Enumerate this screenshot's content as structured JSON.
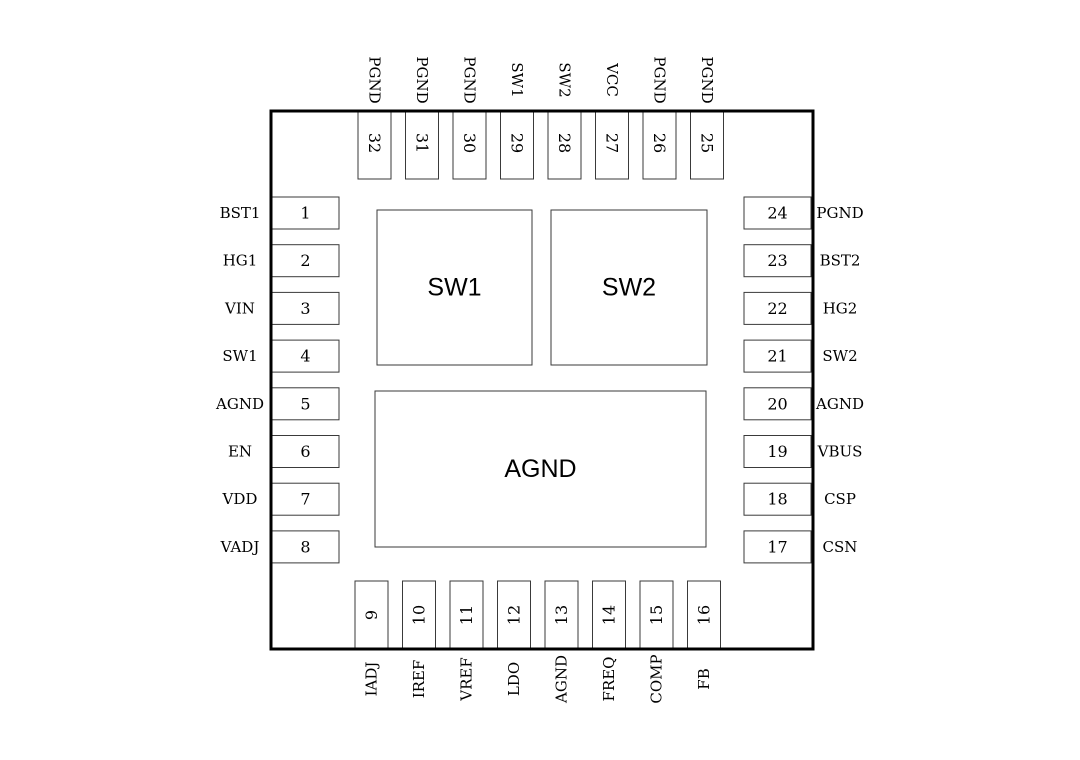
{
  "diagram": {
    "type": "IC package pinout (QFN-32)",
    "pins": {
      "left": [
        {
          "num": "1",
          "name": "BST1"
        },
        {
          "num": "2",
          "name": "HG1"
        },
        {
          "num": "3",
          "name": "VIN"
        },
        {
          "num": "4",
          "name": "SW1"
        },
        {
          "num": "5",
          "name": "AGND"
        },
        {
          "num": "6",
          "name": "EN"
        },
        {
          "num": "7",
          "name": "VDD"
        },
        {
          "num": "8",
          "name": "VADJ"
        }
      ],
      "bottom": [
        {
          "num": "9",
          "name": "IADJ"
        },
        {
          "num": "10",
          "name": "IREF"
        },
        {
          "num": "11",
          "name": "VREF"
        },
        {
          "num": "12",
          "name": "LDO"
        },
        {
          "num": "13",
          "name": "AGND"
        },
        {
          "num": "14",
          "name": "FREQ"
        },
        {
          "num": "15",
          "name": "COMP"
        },
        {
          "num": "16",
          "name": "FB"
        }
      ],
      "right": [
        {
          "num": "24",
          "name": "PGND"
        },
        {
          "num": "23",
          "name": "BST2"
        },
        {
          "num": "22",
          "name": "HG2"
        },
        {
          "num": "21",
          "name": "SW2"
        },
        {
          "num": "20",
          "name": "AGND"
        },
        {
          "num": "19",
          "name": "VBUS"
        },
        {
          "num": "18",
          "name": "CSP"
        },
        {
          "num": "17",
          "name": "CSN"
        }
      ],
      "top": [
        {
          "num": "32",
          "name": "PGND"
        },
        {
          "num": "31",
          "name": "PGND"
        },
        {
          "num": "30",
          "name": "PGND"
        },
        {
          "num": "29",
          "name": "SW1"
        },
        {
          "num": "28",
          "name": "SW2"
        },
        {
          "num": "27",
          "name": "VCC"
        },
        {
          "num": "26",
          "name": "PGND"
        },
        {
          "num": "25",
          "name": "PGND"
        }
      ]
    },
    "exposed_pads": [
      {
        "id": "sw1",
        "label": "SW1"
      },
      {
        "id": "sw2",
        "label": "SW2"
      },
      {
        "id": "agnd",
        "label": "AGND"
      }
    ],
    "colors": {
      "outline": "#000000",
      "pad_stroke": "#3a3a3a",
      "background": "#ffffff"
    }
  }
}
